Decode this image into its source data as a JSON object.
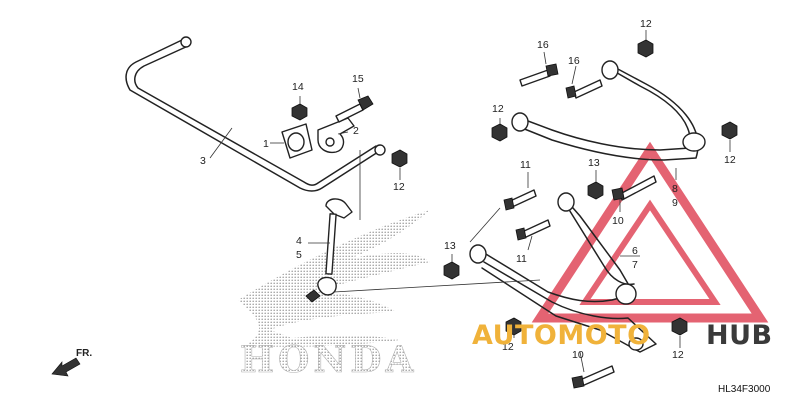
{
  "diagram": {
    "code": "HL34F3000",
    "direction_label": "FR.",
    "brand_text": "HONDA",
    "labels": [
      {
        "id": "l1",
        "text": "1"
      },
      {
        "id": "l2",
        "text": "2"
      },
      {
        "id": "l3",
        "text": "3"
      },
      {
        "id": "l4",
        "text": "4"
      },
      {
        "id": "l5",
        "text": "5"
      },
      {
        "id": "l6",
        "text": "6"
      },
      {
        "id": "l7",
        "text": "7"
      },
      {
        "id": "l8",
        "text": "8"
      },
      {
        "id": "l9",
        "text": "9"
      },
      {
        "id": "l10a",
        "text": "10"
      },
      {
        "id": "l10b",
        "text": "10"
      },
      {
        "id": "l11a",
        "text": "11"
      },
      {
        "id": "l11b",
        "text": "11"
      },
      {
        "id": "l12a",
        "text": "12"
      },
      {
        "id": "l12b",
        "text": "12"
      },
      {
        "id": "l12c",
        "text": "12"
      },
      {
        "id": "l12d",
        "text": "12"
      },
      {
        "id": "l12e",
        "text": "12"
      },
      {
        "id": "l12f",
        "text": "12"
      },
      {
        "id": "l13a",
        "text": "13"
      },
      {
        "id": "l13b",
        "text": "13"
      },
      {
        "id": "l14",
        "text": "14"
      },
      {
        "id": "l15",
        "text": "15"
      },
      {
        "id": "l16a",
        "text": "16"
      },
      {
        "id": "l16b",
        "text": "16"
      }
    ]
  },
  "watermark": {
    "part1": "AUTOMOTO",
    "part2": "HUB",
    "color_primary": "#f0b23a",
    "color_secondary": "#3a3a3a",
    "triangle_color": "#e0485a"
  }
}
